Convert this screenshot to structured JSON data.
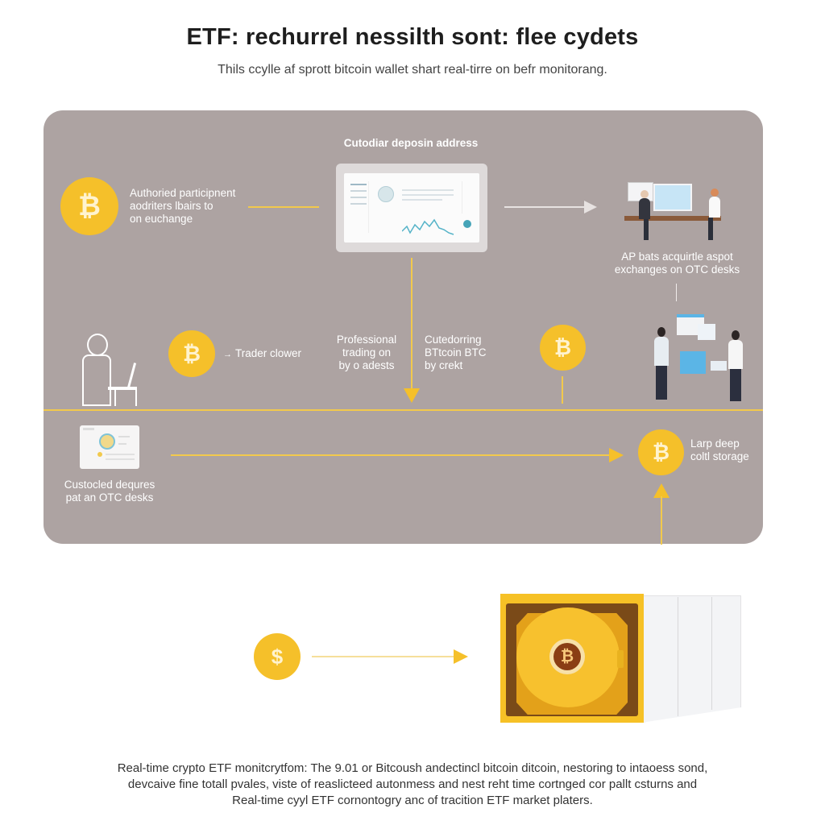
{
  "header": {
    "title": "ETF: rechurrel nessilth sont: flee cydets",
    "subtitle": "Thils ccylle af sprott bitcoin wallet shart real-tirre on befr monitorang."
  },
  "diagram": {
    "nodes": {
      "authorized_participant": {
        "icon": "bitcoin-icon",
        "label_lines": [
          "Authoried participnent",
          "aodriters lbairs to",
          "on euchange"
        ]
      },
      "custodian_deposit": {
        "label": "Cutodiar deposin address",
        "icon": "dashboard-screen-icon"
      },
      "ap_acquire": {
        "icon": "office-meeting-icon",
        "label_lines": [
          "AP bats acquirtle aspot",
          "exchanges on OTC desks"
        ]
      },
      "trader": {
        "icon": "bitcoin-icon",
        "label": "Trader clower",
        "person_icon": "trader-at-laptop-icon"
      },
      "professional_trading": {
        "label_lines": [
          "Professional",
          "trading on",
          "by o adests"
        ]
      },
      "custodian_btc": {
        "label_lines": [
          "Cutedorring",
          "BTtcoin BTC",
          "by crekt"
        ]
      },
      "otc_desk": {
        "icon": "bitcoin-icon",
        "people_icon": "two-people-exchange-icon"
      },
      "custodied": {
        "icon": "wallet-window-icon",
        "label_lines": [
          "Custocled dequres",
          "pat an OTC desks"
        ]
      },
      "cold_storage": {
        "icon": "bitcoin-icon",
        "label_lines": [
          "Larp deep",
          "coltl storage"
        ]
      }
    },
    "vault": {
      "input_icon": "dollar-coin-icon",
      "vault_icon": "bitcoin-vault-icon",
      "coin_symbol": "₿",
      "dollar_symbol": "$"
    },
    "colors": {
      "accent": "#f5c02a",
      "panel": "#ada3a2",
      "line": "#f2c94c"
    }
  },
  "footer": {
    "lines": [
      "Real-time crypto ETF monitcrytfom: The 9.01 or Bitcoush andectincl bitcoin ditcoin, nestoring to intaoess sond,",
      "devcaive fine totall pvales, viste of reaslicteed autonmess and nest reht time cortnged cor pallt csturns and",
      "Real-time cyyl ETF cornontogry anc of tracition ETF market platers."
    ]
  }
}
